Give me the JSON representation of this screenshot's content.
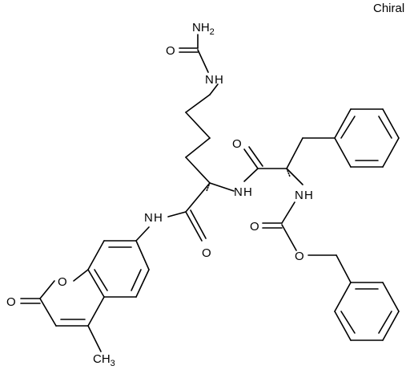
{
  "stereo_label": "Chiral",
  "atoms": {
    "nh2_urea": {
      "main": "NH",
      "sub": "2"
    },
    "o_urea": "O",
    "nh_urea": "N",
    "nh_urea_h": "H",
    "o_amide_left": "O",
    "hn_amide_right": "N",
    "hn_amide_right_h": "H",
    "nh_amide_left": "N",
    "nh_amide_left_h": "H",
    "o_amide_right": "O",
    "nh_carbamate": "N",
    "nh_carbamate_h": "H",
    "o_carbamate_carbonyl": "O",
    "o_carbamate_ester": "O",
    "o_coumarin_ring": "O",
    "o_coumarin_carbonyl": "O",
    "ch3": {
      "main": "CH",
      "sub": "3"
    }
  }
}
